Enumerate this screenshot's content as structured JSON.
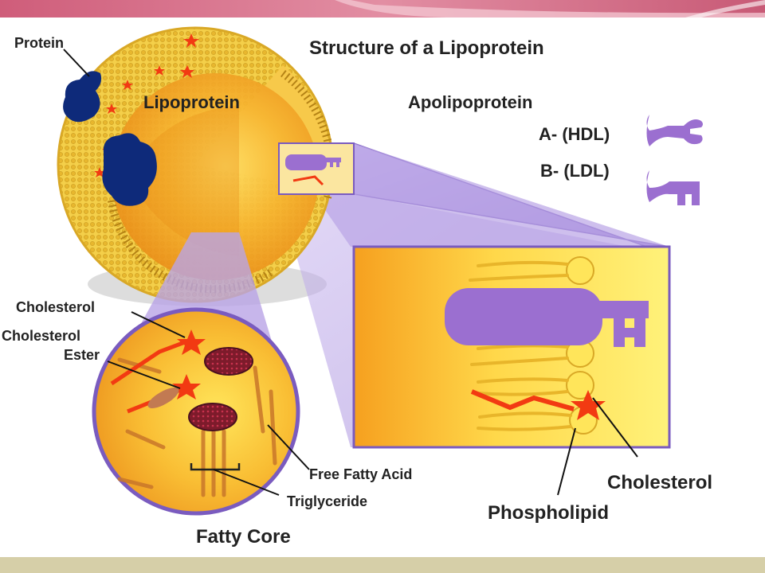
{
  "title": "Structure of a Lipoprotein",
  "labels": {
    "protein": "Protein",
    "lipoprotein": "Lipoprotein",
    "apolipoprotein": "Apolipoprotein",
    "apo_a": "A- (HDL)",
    "apo_b": "B- (LDL)",
    "cholesterol_core": "Cholesterol",
    "cholesterol_ester_1": "Cholesterol",
    "cholesterol_ester_2": "Ester",
    "free_fatty_acid": "Free Fatty Acid",
    "triglyceride": "Triglyceride",
    "fatty_core": "Fatty Core",
    "cholesterol_detail": "Cholesterol",
    "phospholipid": "Phospholipid"
  },
  "colors": {
    "top_band": "#c85a76",
    "bottom_band": "#d6cfa8",
    "shell": "#f2d24a",
    "core_orange": "#f39a1f",
    "protein_blue": "#0e2a7a",
    "apolipoprotein_purple": "#9b6fd0",
    "cholesterol_red": "#f23a12"
  }
}
